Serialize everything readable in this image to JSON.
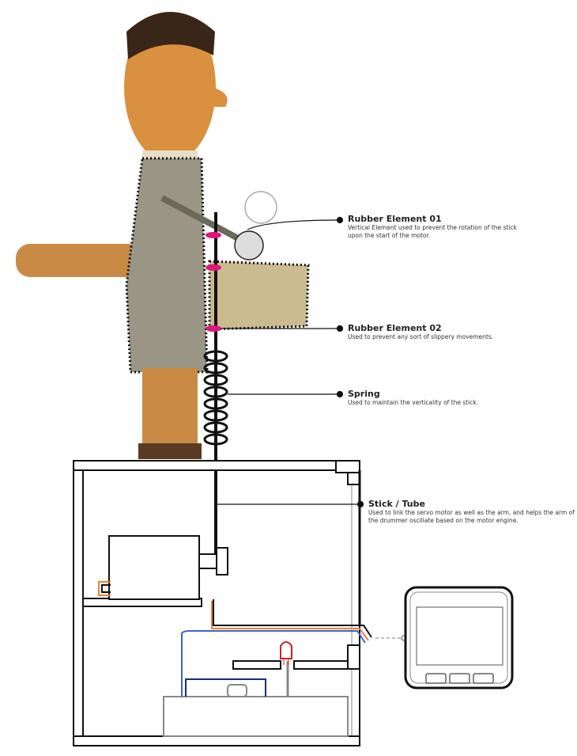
{
  "annotations": [
    {
      "title": "Rubber Element 01",
      "desc": "Vertical Element used to prevent the rotation of the stick upon the start of the motor."
    },
    {
      "title": "Rubber Element 02",
      "desc": "Used to prevent any sort of slippery movements."
    },
    {
      "title": "Spring",
      "desc": "Used to maintain the verticality of the stick."
    },
    {
      "title": "Stick / Tube",
      "desc": "Used to link the servo motor as well as the arm, and helps the arm of the drummer oscillate based on the motor engine."
    }
  ],
  "colors": {
    "rubber": "#e0167a",
    "wood": "#c98a45",
    "stick": "#111111",
    "wire_orange": "#e8823a",
    "wire_blue": "#3a64c8",
    "led": "#d42020"
  }
}
